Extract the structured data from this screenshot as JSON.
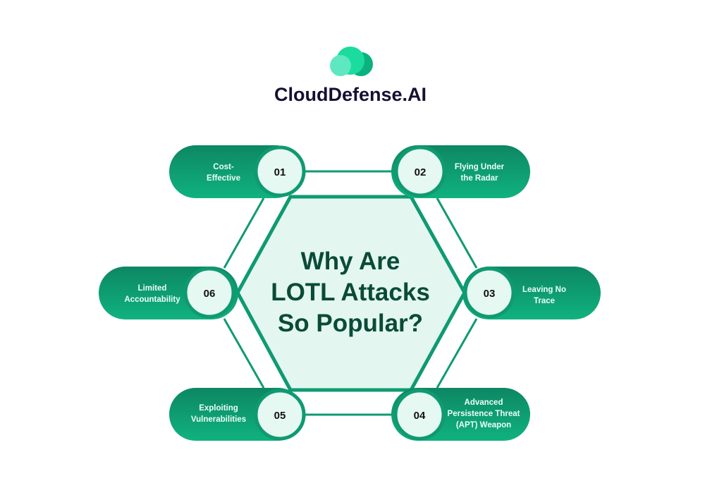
{
  "logo": {
    "name": "CloudDefense.AI"
  },
  "title": {
    "lines": [
      "Why Are",
      "LOTL Attacks",
      "So Popular?"
    ]
  },
  "items": [
    {
      "number": "01",
      "label": [
        "Cost-",
        "Effective"
      ]
    },
    {
      "number": "02",
      "label": [
        "Flying Under",
        "the Radar"
      ]
    },
    {
      "number": "03",
      "label": [
        "Leaving No",
        "Trace"
      ]
    },
    {
      "number": "04",
      "label": [
        "Advanced",
        "Persistence Threat",
        "(APT) Weapon"
      ]
    },
    {
      "number": "05",
      "label": [
        "Exploiting",
        "Vulnerabilities"
      ]
    },
    {
      "number": "06",
      "label": [
        "Limited",
        "Accountability"
      ]
    }
  ],
  "colors": {
    "pill_top": "#0d8763",
    "pill_bottom": "#10b27f",
    "hex_fill": "#e3f7f0",
    "line": "#109a72",
    "circle": "#e6f8f2"
  }
}
